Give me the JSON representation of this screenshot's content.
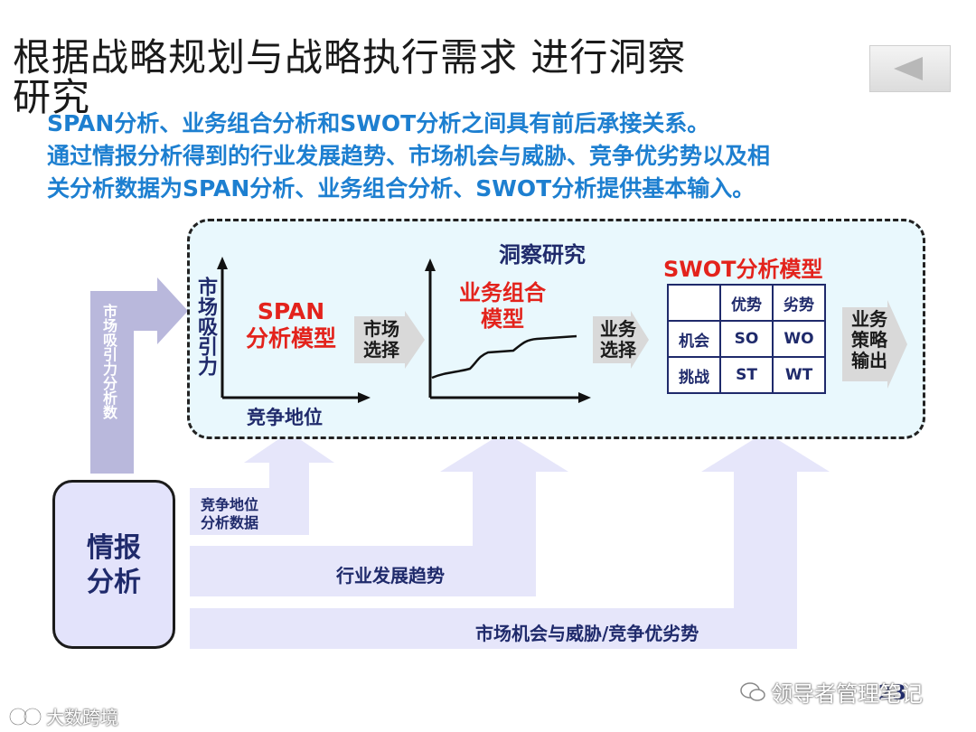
{
  "slide": {
    "title_line1": "根据战略规划与战略执行需求 进行洞察",
    "title_line2": "研究",
    "intro_line1": "SPAN分析、业务组合分析和SWOT分析之间具有前后承接关系。",
    "intro_line2": "通过情报分析得到的行业发展趋势、市场机会与威胁、竞争优劣势以及相",
    "intro_line3": "关分析数据为SPAN分析、业务组合分析、SWOT分析提供基本输入。",
    "page_number": "23"
  },
  "research": {
    "title": "洞察研究",
    "span_axis_y": "市场吸引力",
    "span_axis_x": "竞争地位",
    "span_model": "SPAN\n分析模型",
    "arrow_market_choice": "市场\n选择",
    "portfolio_model": "业务组合\n模型",
    "arrow_business_choice": "业务\n选择",
    "swot_title": "SWOT分析模型",
    "swot_col_strength": "优势",
    "swot_col_weakness": "劣势",
    "swot_row_opportunity": "机会",
    "swot_row_threat": "挑战",
    "swot_so": "SO",
    "swot_wo": "WO",
    "swot_st": "ST",
    "swot_wt": "WT",
    "arrow_strategy_output": "业务\n策略\n输出"
  },
  "inputs": {
    "left_arrow_label": "市场吸引力分析数",
    "intel_box": "情报\n分析",
    "band1": "竞争地位\n分析数据",
    "band2": "行业发展趋势",
    "band3": "市场机会与威胁/竞争优劣势"
  },
  "watermarks": {
    "left": "大数跨境",
    "right": "领导者管理笔记"
  },
  "colors": {
    "accent_blue": "#1d7fd0",
    "navy": "#1f2a6b",
    "red": "#e3231c",
    "panel_bg": "#e9f8fd",
    "arrow_lavender": "#e6e6fa"
  }
}
